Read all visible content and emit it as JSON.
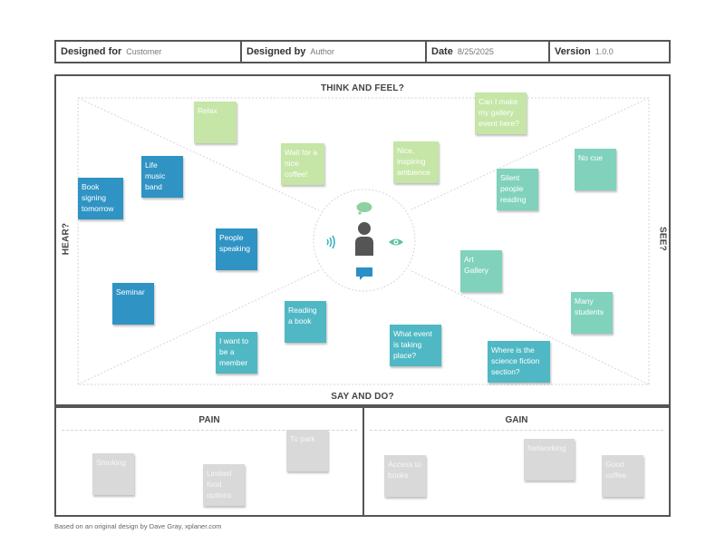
{
  "header": {
    "designed_for_label": "Designed for",
    "designed_for_value": "Customer",
    "designed_by_label": "Designed by",
    "designed_by_value": "Author",
    "date_label": "Date",
    "date_value": "8/25/2025",
    "version_label": "Version",
    "version_value": "1.0.0"
  },
  "sections": {
    "think_feel": "THINK AND FEEL?",
    "say_do": "SAY AND DO?",
    "hear": "HEAR?",
    "see": "SEE?",
    "pain": "PAIN",
    "gain": "GAIN"
  },
  "colors": {
    "light_green": "#c5e6a6",
    "teal_light": "#80d2bd",
    "turquoise": "#4fb8c4",
    "blue": "#2f93c4",
    "gray": "#d9d9d9",
    "icon_green": "#8fd0a0",
    "icon_teal": "#3db4bd",
    "icon_blue": "#2b8fc4",
    "person": "#555555"
  },
  "icons": {
    "person": "person-icon",
    "thought": "thought-bubble-icon",
    "speech": "speech-bubble-icon",
    "sound": "sound-waves-icon",
    "eye": "eye-icon"
  },
  "stickies": {
    "relax": "Relax",
    "gallery_event": "Can I make my gallery event here?",
    "nice_coffee": "Wait for a nice coffee!",
    "ambience": "Nice, inspiring ambience",
    "silent_reading": "Silent people reading",
    "no_cue": "No cue",
    "live_music": "Life music band",
    "book_signing": "Book signing tomorrow",
    "people_speaking": "People speaking",
    "art_gallery": "Art Gallery",
    "seminar": "Seminar",
    "many_students": "Many students",
    "reading_book": "Reading a book",
    "member": "I want to be a member",
    "what_event": "What event is taking place?",
    "scifi_section": "Where is the science fiction section?",
    "smoking": "Smoking",
    "food_options": "Limited food options",
    "to_park": "To park",
    "access_books": "Access to books",
    "networking": "Networking",
    "good_coffee": "Good coffee"
  },
  "footer": {
    "credit": "Based on an original design by Dave Gray, xplaner.com"
  }
}
